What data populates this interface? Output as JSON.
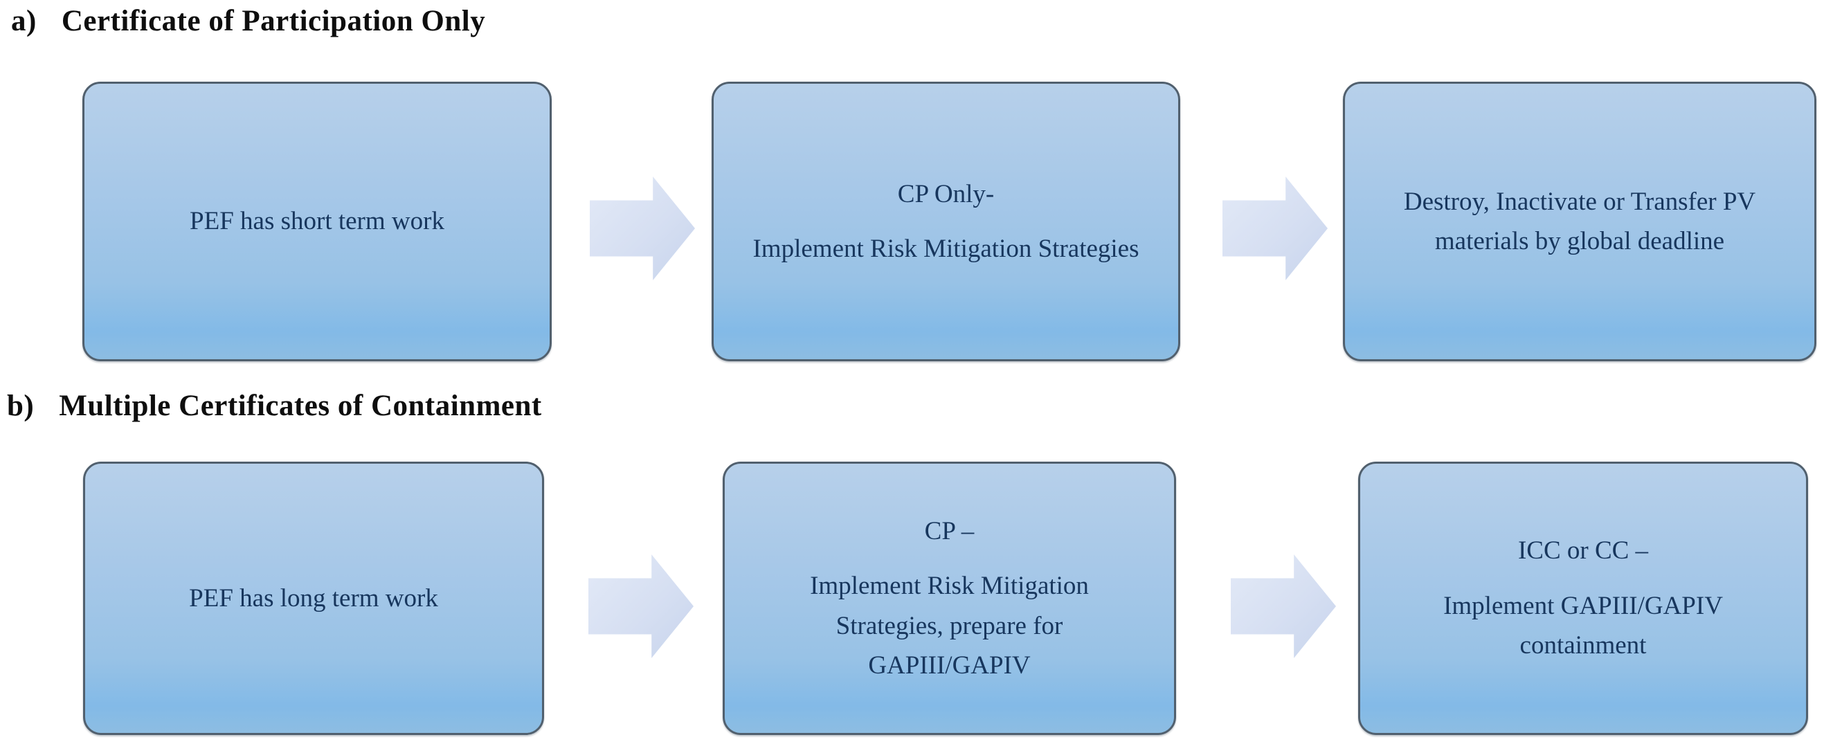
{
  "figure": {
    "type": "flow-diagram",
    "description": "Two labeled flowcharts of three rounded boxes each, connected by right-pointing block arrows"
  },
  "sections": [
    {
      "label": "a)",
      "title": "Certificate of Participation Only",
      "boxes": [
        {
          "paragraphs": [
            "PEF has short term work"
          ]
        },
        {
          "paragraphs": [
            "CP Only-",
            "Implement Risk Mitigation Strategies"
          ]
        },
        {
          "paragraphs": [
            "Destroy, Inactivate or Transfer PV materials by global deadline"
          ]
        }
      ]
    },
    {
      "label": "b)",
      "title": "Multiple Certificates of Containment",
      "boxes": [
        {
          "paragraphs": [
            "PEF has long term work"
          ]
        },
        {
          "paragraphs": [
            "CP –",
            "Implement Risk Mitigation Strategies, prepare for GAPIII/GAPIV"
          ]
        },
        {
          "paragraphs": [
            "ICC or CC –",
            "Implement GAPIII/GAPIV containment"
          ]
        }
      ]
    }
  ],
  "colors": {
    "box_fill_top": "#b7d0ea",
    "box_fill_bottom": "#83bae7",
    "box_border": "#51606e",
    "box_text": "#17365d",
    "arrow_fill": "#d6dff2",
    "heading_text": "#0e0e0e",
    "background": "#ffffff"
  }
}
